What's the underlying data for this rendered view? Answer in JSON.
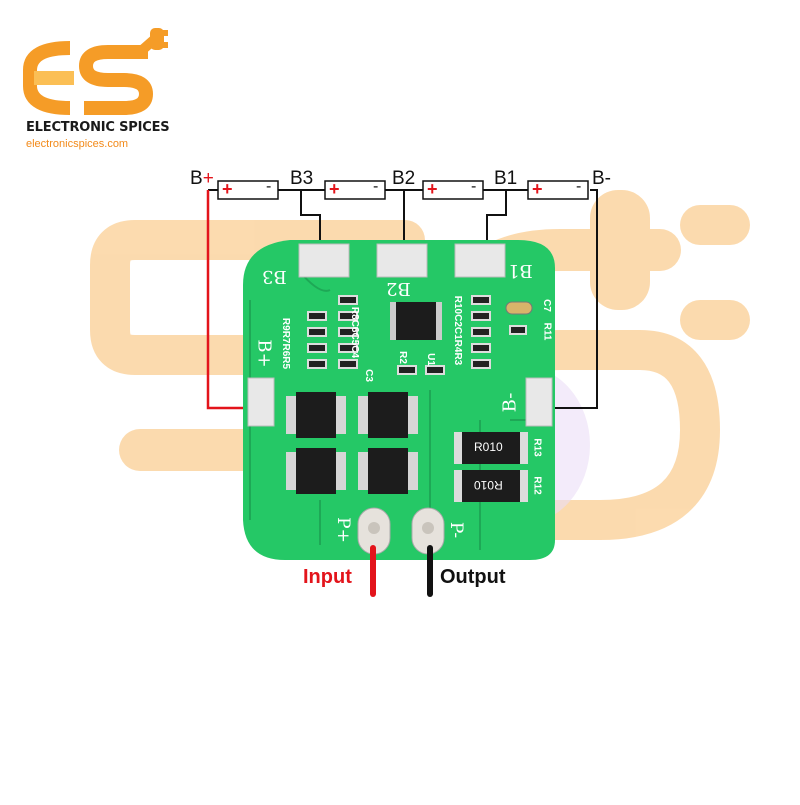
{
  "brand": {
    "name": "ELECTRONIC SPICES",
    "url": "electronicspices.com",
    "logo_color": "#f59c27",
    "logo_color_light": "#fbbf55"
  },
  "cells": {
    "labels": [
      "B+",
      "B3",
      "B2",
      "B1",
      "B-"
    ],
    "plus_symbol": "+",
    "minus_symbol": "-"
  },
  "board": {
    "color": "#25c866",
    "pads_top": [
      "B3",
      "B2",
      "B1"
    ],
    "pad_left": "B+",
    "pad_right": "B-",
    "pads_bottom": [
      "P+",
      "P-"
    ],
    "silk_left_labels": [
      "R8C6C5C4",
      "R9R7R6R5",
      "C3"
    ],
    "silk_right_labels": [
      "R10C2C1R4R3",
      "R2",
      "U1"
    ],
    "silk_misc": [
      "C7",
      "R11",
      "R13",
      "R12"
    ],
    "resistors": [
      "R010",
      "R010"
    ]
  },
  "connections": {
    "input_label": "Input",
    "output_label": "Output",
    "input_color": "#e3141b",
    "output_color": "#111111"
  }
}
